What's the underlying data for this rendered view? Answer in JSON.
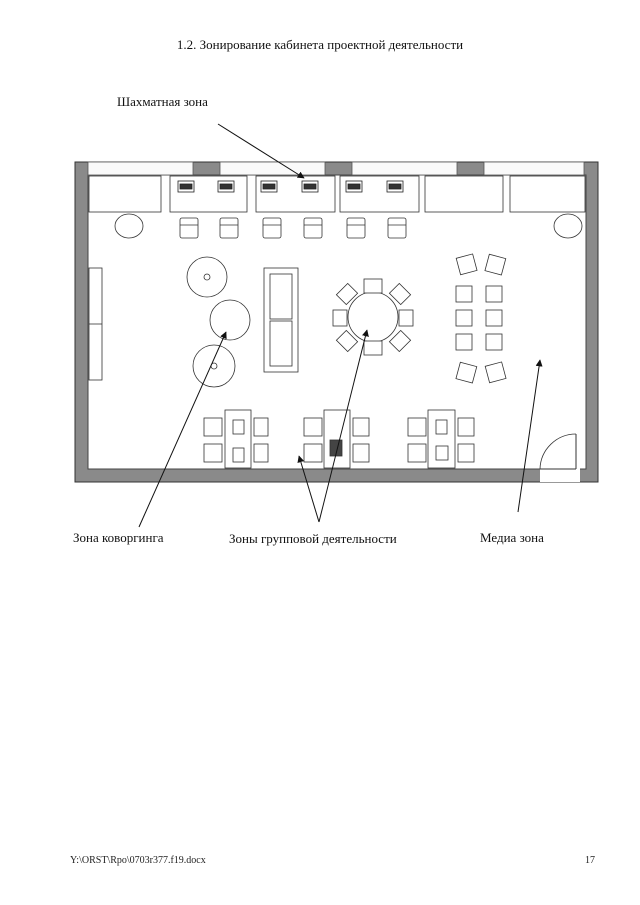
{
  "heading": "1.2. Зонирование кабинета проектной деятельности",
  "labels": {
    "chess_zone": "Шахматная зона",
    "coworking_zone": "Зона коворгинга",
    "group_zones": "Зоны групповой деятельности",
    "media_zone": "Медиа зона"
  },
  "footer": {
    "path": "Y:\\ORST\\Rpo\\0703r377.f19.docx",
    "page_number": "17"
  }
}
